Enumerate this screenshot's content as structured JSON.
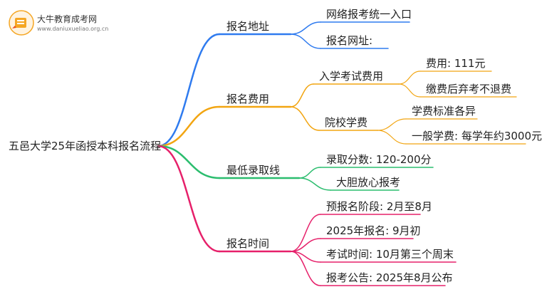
{
  "logo": {
    "name": "大牛教育成考网",
    "url": "www.daniuxueliao.org.cn"
  },
  "root": {
    "label": "五邑大学25年函授本科报名流程"
  },
  "branches": [
    {
      "label": "报名地址",
      "color": "#2f7bef",
      "children": [
        {
          "label": "网络报考统一入口"
        },
        {
          "label": "报名网址:"
        }
      ]
    },
    {
      "label": "报名费用",
      "color": "#f2a511",
      "children": [
        {
          "label": "入学考试费用",
          "children": [
            {
              "label": "费用: 111元"
            },
            {
              "label": "缴费后弃考不退费"
            }
          ]
        },
        {
          "label": "院校学费",
          "children": [
            {
              "label": "学费标准各异"
            },
            {
              "label": "一般学费: 每学年约3000元"
            }
          ]
        }
      ]
    },
    {
      "label": "最低录取线",
      "color": "#2bbd6e",
      "children": [
        {
          "label": "录取分数: 120-200分"
        },
        {
          "label": "大胆放心报考"
        }
      ]
    },
    {
      "label": "报名时间",
      "color": "#e6206a",
      "children": [
        {
          "label": "预报名阶段: 2月至8月"
        },
        {
          "label": "2025年报名: 9月初"
        },
        {
          "label": "考试时间: 10月第三个周末"
        },
        {
          "label": "报考公告: 2025年8月公布"
        }
      ]
    }
  ]
}
